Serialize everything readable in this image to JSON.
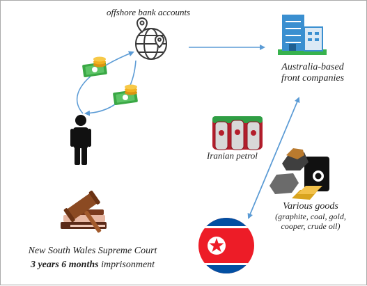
{
  "labels": {
    "offshore": "offshore bank accounts",
    "front_line1": "Australia-based",
    "front_line2": "front companies",
    "petrol": "Iranian petrol",
    "goods_line1": "Various goods",
    "goods_line2": "(graphite, coal, gold,",
    "goods_line3": "cooper, crude oil)",
    "court": "New South Wales Supreme Court",
    "sentence_bold": "3 years 6 months",
    "sentence_rest": " imprisonment"
  },
  "colors": {
    "arrow": "#5b9bd5",
    "border": "#a9a9a9",
    "money_green": "#3aa845",
    "coin_gold": "#f2b01e",
    "building_blue": "#3a8fd0",
    "flag_red": "#ed1c27",
    "flag_blue": "#024fa2"
  },
  "icons": [
    "globe-pin-icon",
    "money-icon",
    "person-icon",
    "office-building-icon",
    "oil-barrels-icon",
    "goods-icon",
    "gavel-books-icon",
    "north-korea-flag-icon"
  ]
}
